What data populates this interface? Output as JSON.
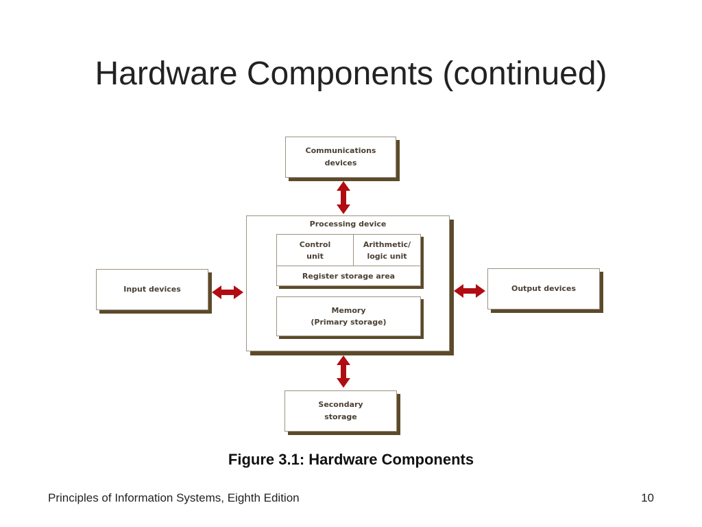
{
  "slide": {
    "title": "Hardware Components (continued)",
    "caption": "Figure 3.1: Hardware Components",
    "footer_text": "Principles of Information Systems, Eighth Edition",
    "page_number": "10"
  },
  "diagram": {
    "communications": "Communications\ndevices",
    "processing_title": "Processing device",
    "control_unit": "Control\nunit",
    "alu": "Arithmetic/\nlogic unit",
    "register": "Register storage area",
    "memory": "Memory\n(Primary storage)",
    "input": "Input devices",
    "output": "Output devices",
    "secondary": "Secondary\nstorage"
  },
  "colors": {
    "arrow": "#b00d12",
    "box_shadow": "#5c4a2a",
    "box_border": "#9b9182",
    "box_text": "#4a3f33"
  }
}
